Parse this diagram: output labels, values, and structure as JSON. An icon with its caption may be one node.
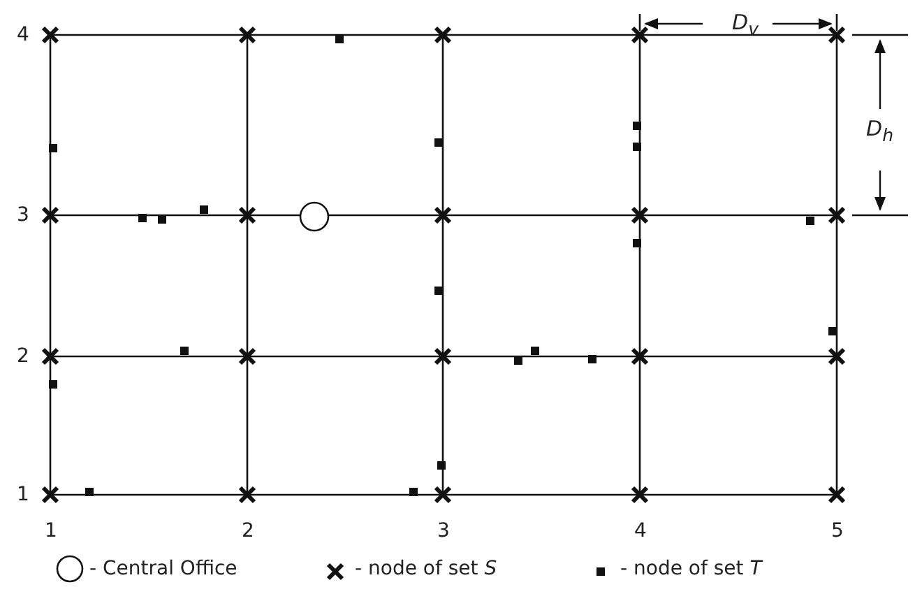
{
  "diagram": {
    "labels": [
      "D$_{v}$",
      "4",
      "D$_{h}$",
      "3",
      "2",
      "1",
      "1",
      "2",
      "3",
      "4",
      "5"
    ],
    "legend": [
      {
        "text": "- Central Office"
      },
      {
        "text": "- node of set *S*"
      },
      {
        "text": "- node of set *T*"
      }
    ]
  }
}
